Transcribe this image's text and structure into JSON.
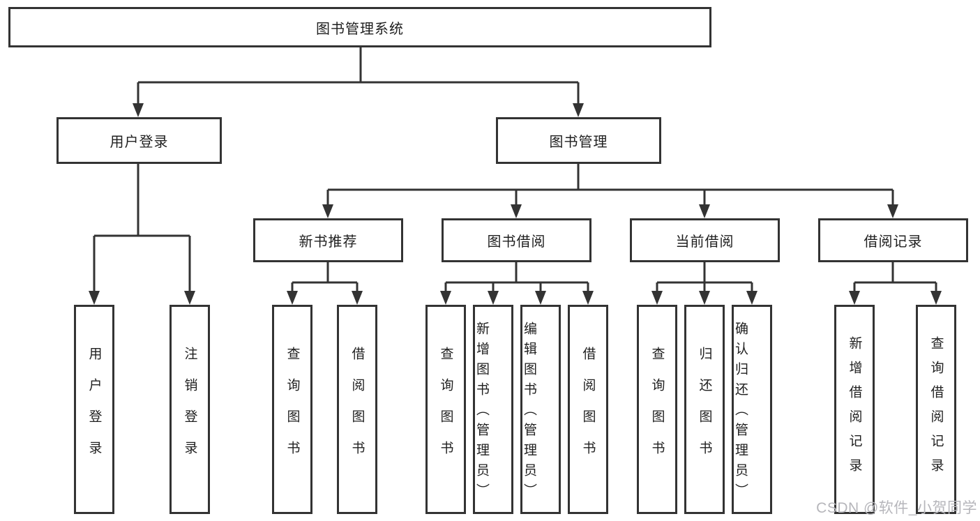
{
  "diagram": {
    "root": "图书管理系统",
    "branches": [
      {
        "label": "用户登录",
        "children": [
          "用户登录",
          "注销登录"
        ]
      },
      {
        "label": "图书管理",
        "sections": [
          {
            "label": "新书推荐",
            "children": [
              "查询图书",
              "借阅图书"
            ]
          },
          {
            "label": "图书借阅",
            "children": [
              "查询图书",
              "新增图书（管理员）",
              "编辑图书（管理员）",
              "借阅图书"
            ]
          },
          {
            "label": "当前借阅",
            "children": [
              "查询图书",
              "归还图书",
              "确认归还（管理员）"
            ]
          },
          {
            "label": "借阅记录",
            "children": [
              "新增借阅记录",
              "查询借阅记录"
            ]
          }
        ]
      }
    ]
  },
  "watermark": {
    "text": "CSDN @软件_小贺同学"
  },
  "colors": {
    "line": "#333333",
    "box_border": "#333333",
    "box_fill": "#ffffff",
    "text": "#1f1f1f",
    "watermark": "#b6b6bb",
    "background": "#ffffff"
  }
}
